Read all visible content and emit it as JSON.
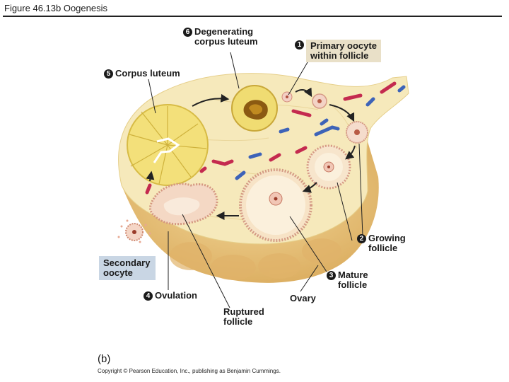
{
  "header": {
    "title": "Figure 46.13b  Oogenesis"
  },
  "labels": {
    "degenerating_num": "6",
    "degenerating": "Degenerating\ncorpus luteum",
    "primary_num": "1",
    "primary": "Primary oocyte\nwithin follicle",
    "corpus_num": "5",
    "corpus": "Corpus luteum",
    "growing_num": "2",
    "growing": "Growing\nfollicle",
    "mature_num": "3",
    "mature": "Mature\nfollicle",
    "secondary": "Secondary\noocyte",
    "ovulation_num": "4",
    "ovulation": "Ovulation",
    "ruptured": "Ruptured\nfollicle",
    "ovary": "Ovary"
  },
  "footer": {
    "panel": "(b)",
    "copyright": "Copyright © Pearson Education, Inc., publishing as Benjamin Cummings."
  },
  "colors": {
    "ovary_tissue": "#f6e9bb",
    "ovary_base": "#e8c47e",
    "corpus_luteum": "#f3e07a",
    "vessel_red": "#c42a4f",
    "vessel_blue": "#3d63b8",
    "label_box": "#e9e0c8",
    "secondary_box": "#c9d6e4"
  }
}
